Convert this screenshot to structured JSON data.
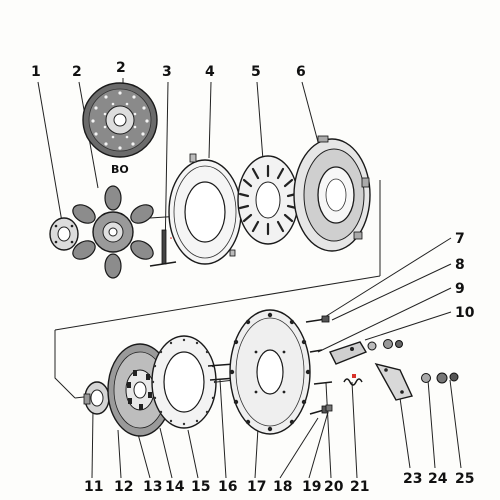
{
  "diagram": {
    "labels": [
      "1",
      "2",
      "2",
      "3",
      "4",
      "5",
      "6",
      "7",
      "8",
      "9",
      "10",
      "11",
      "12",
      "13",
      "14",
      "15",
      "16",
      "17",
      "18",
      "19",
      "20",
      "21",
      "23",
      "24",
      "25"
    ],
    "sublabel": "BO",
    "colors": {
      "ink": "#1a1a1a",
      "paper": "#fdfdfb",
      "shade": "#6e6e6e",
      "accent": "#d9332b"
    }
  }
}
